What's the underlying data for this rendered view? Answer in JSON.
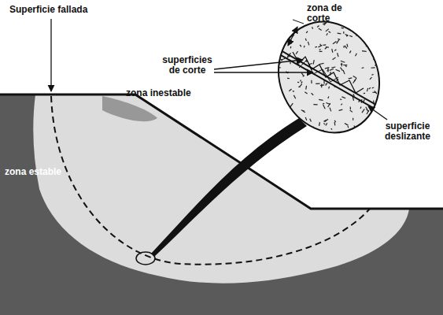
{
  "diagram": {
    "labels": [
      "Superficie fallada",
      "zona de corte",
      "superficies de corte",
      "zona inestable",
      "zona estable",
      "superficie deslizante"
    ]
  }
}
